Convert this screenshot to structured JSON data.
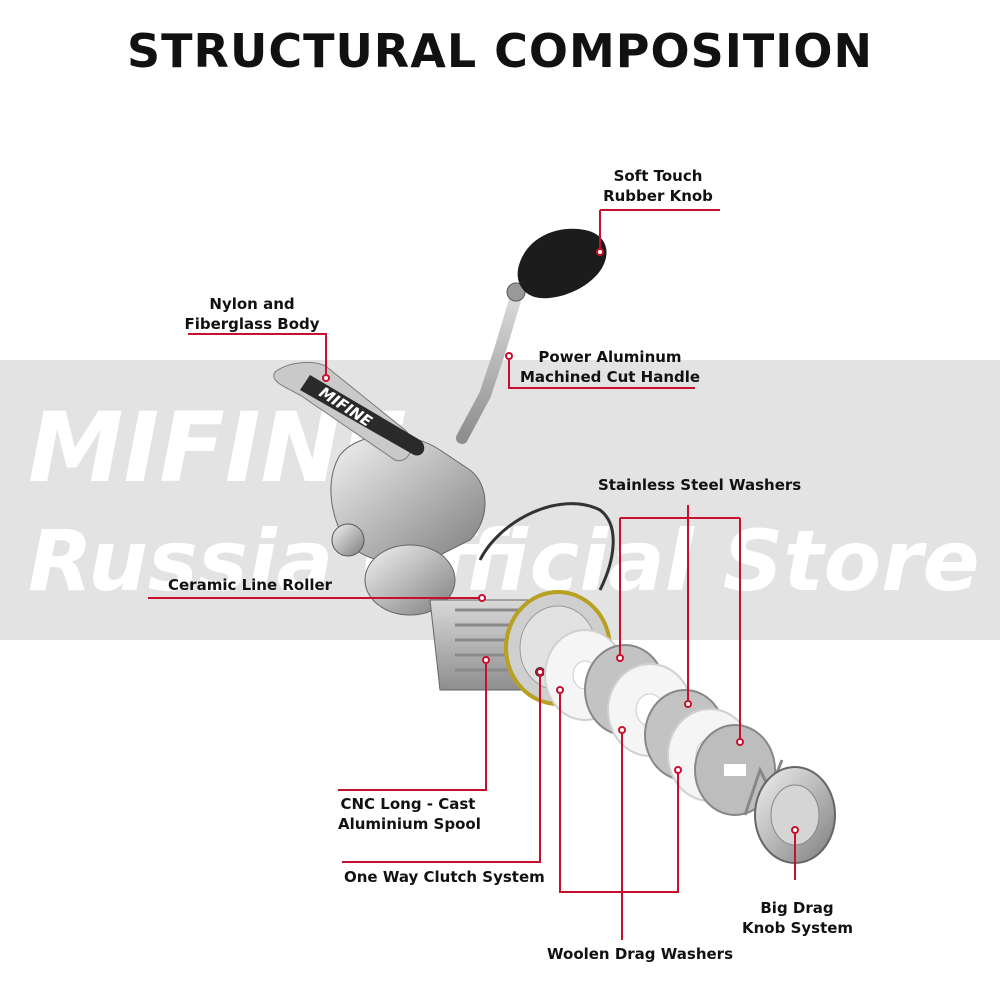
{
  "title": "STRUCTURAL COMPOSITION",
  "watermark": {
    "brand": "MIFINE",
    "store": "Russia Official Store"
  },
  "reel_logo": "MIFINE",
  "colors": {
    "callout_line": "#c8102e",
    "text": "#111111",
    "band": "#e3e3e3"
  },
  "labels": {
    "soft_touch": [
      "Soft Touch",
      "Rubber Knob"
    ],
    "nylon_body": [
      "Nylon and",
      "Fiberglass Body"
    ],
    "power_handle": [
      "Power Aluminum",
      "Machined Cut Handle"
    ],
    "steel_washers": [
      "Stainless Steel Washers"
    ],
    "line_roller": [
      "Ceramic Line Roller"
    ],
    "cnc_spool": [
      "CNC Long - Cast",
      "Aluminium Spool"
    ],
    "clutch": [
      "One Way Clutch System"
    ],
    "drag_knob": [
      "Big Drag",
      "Knob System"
    ],
    "woolen_washers": [
      "Woolen Drag Washers"
    ]
  }
}
